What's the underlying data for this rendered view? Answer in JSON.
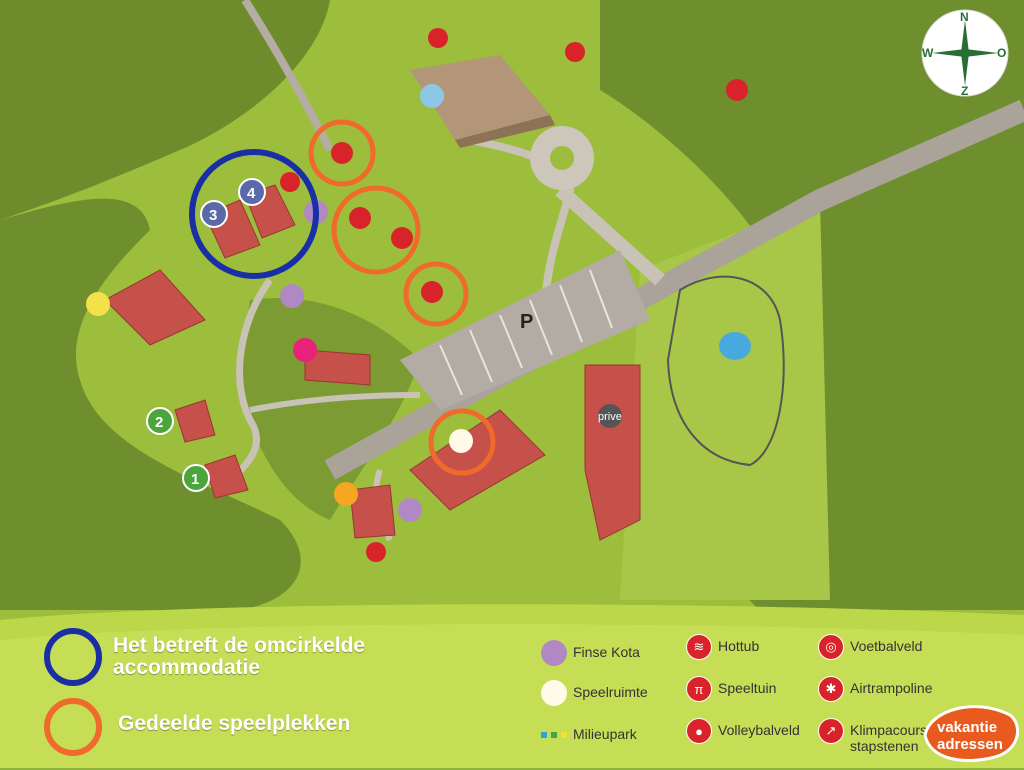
{
  "map": {
    "parking_label": "P",
    "private_label": "prive",
    "accommodation_numbers": [
      "1",
      "2",
      "3",
      "4"
    ]
  },
  "compass": {
    "n": "N",
    "z": "Z",
    "w": "W",
    "o": "O"
  },
  "legend": {
    "circled_accommodation": "Het betreft de omcirkelde accommodatie",
    "shared_play": "Gedeelde speelplekken",
    "items": [
      {
        "label": "Finse Kota",
        "icon": "purple-dot"
      },
      {
        "label": "Speelruimte",
        "icon": "white-dot"
      },
      {
        "label": "Milieupark",
        "icon": "squares"
      },
      {
        "label": "Hottub",
        "icon": "hottub-icon"
      },
      {
        "label": "Speeltuin",
        "icon": "swing-icon"
      },
      {
        "label": "Volleybalveld",
        "icon": "volleyball-icon"
      },
      {
        "label": "Voetbalveld",
        "icon": "football-icon"
      },
      {
        "label": "Airtrampoline",
        "icon": "trampoline-icon"
      },
      {
        "label": "Klimpacours",
        "icon": "climb-icon"
      },
      {
        "label": "stapstenen",
        "icon": ""
      }
    ]
  },
  "brand": {
    "line1": "vakantie",
    "line2": "adressen"
  },
  "colors": {
    "grass": "#a7c53f",
    "forest": "#6f8f2e",
    "road": "#b0a9a0",
    "roof": "#c6504a",
    "blue_ring": "#1a2fa5",
    "orange_ring": "#ef6a2b",
    "badge_red": "#d9232a",
    "kota_purple": "#b089c4"
  }
}
